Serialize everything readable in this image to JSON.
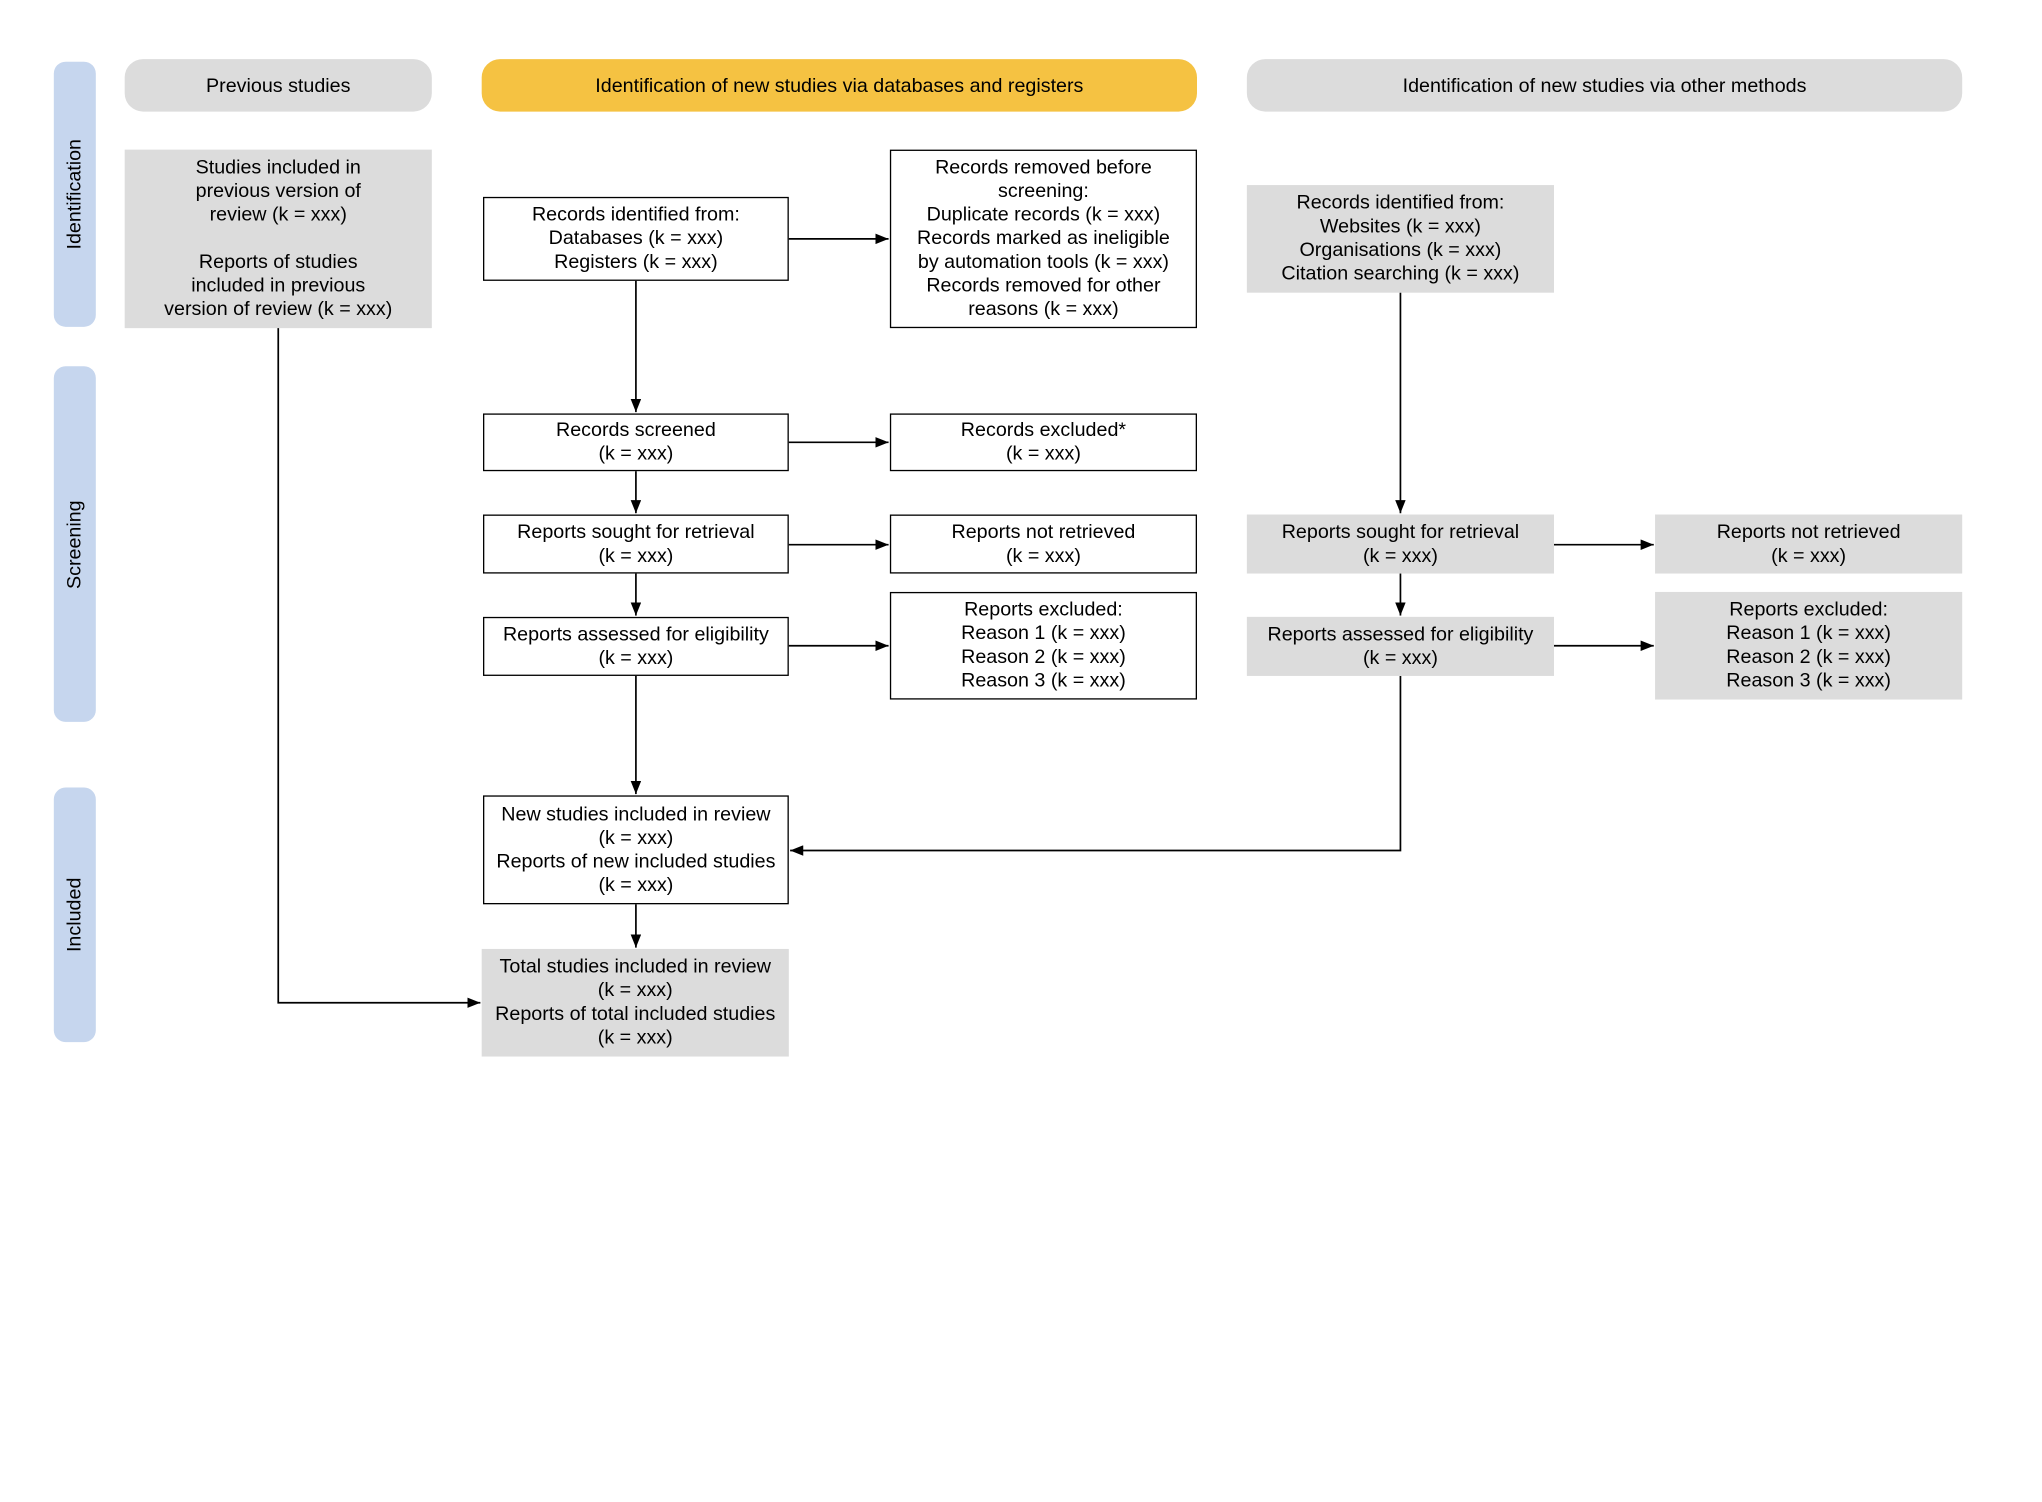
{
  "phases": {
    "identification": "Identification",
    "screening": "Screening",
    "included": "Included"
  },
  "headers": {
    "previous": "Previous studies",
    "databases": "Identification of new studies via databases and registers",
    "other": "Identification of new studies via other methods"
  },
  "previous": {
    "included_lines": [
      "Studies included in",
      "previous version of",
      "review (k = xxx)",
      "",
      "Reports of studies",
      "included in previous",
      "version of review (k = xxx)"
    ]
  },
  "databases": {
    "identified": [
      "Records identified from:",
      "Databases (k = xxx)",
      "Registers (k = xxx)"
    ],
    "removed": [
      "Records removed before",
      "screening:",
      "Duplicate records (k = xxx)",
      "Records marked as ineligible",
      "by automation tools (k = xxx)",
      "Records removed for other",
      "reasons (k = xxx)"
    ],
    "screened": [
      "Records screened",
      "(k = xxx)"
    ],
    "excluded": [
      "Records excluded*",
      "(k = xxx)"
    ],
    "sought": [
      "Reports sought for retrieval",
      "(k = xxx)"
    ],
    "not_retrieved": [
      "Reports not retrieved",
      "(k = xxx)"
    ],
    "assessed": [
      "Reports assessed for eligibility",
      "(k = xxx)"
    ],
    "reports_excluded": [
      "Reports excluded:",
      "Reason 1 (k = xxx)",
      "Reason 2 (k = xxx)",
      "Reason 3 (k = xxx)"
    ],
    "new_included": [
      "New studies included in review",
      "(k = xxx)",
      "Reports of new included studies",
      "(k = xxx)"
    ],
    "total_included": [
      "Total studies included in review",
      "(k = xxx)",
      "Reports of total included studies",
      "(k = xxx)"
    ]
  },
  "other": {
    "identified": [
      "Records identified from:",
      "Websites (k = xxx)",
      "Organisations (k = xxx)",
      "Citation searching (k = xxx)"
    ],
    "sought": [
      "Reports sought for retrieval",
      "(k = xxx)"
    ],
    "not_retrieved": [
      "Reports not retrieved",
      "(k = xxx)"
    ],
    "assessed": [
      "Reports assessed for eligibility",
      "(k = xxx)"
    ],
    "reports_excluded": [
      "Reports excluded:",
      "Reason 1 (k = xxx)",
      "Reason 2 (k = xxx)",
      "Reason 3 (k = xxx)"
    ]
  },
  "colors": {
    "phase_bar": "#c6d6ee",
    "header_grey": "#dcdcdc",
    "header_gold": "#f5c242",
    "box_grey": "#dcdcdc",
    "line": "#000000"
  }
}
